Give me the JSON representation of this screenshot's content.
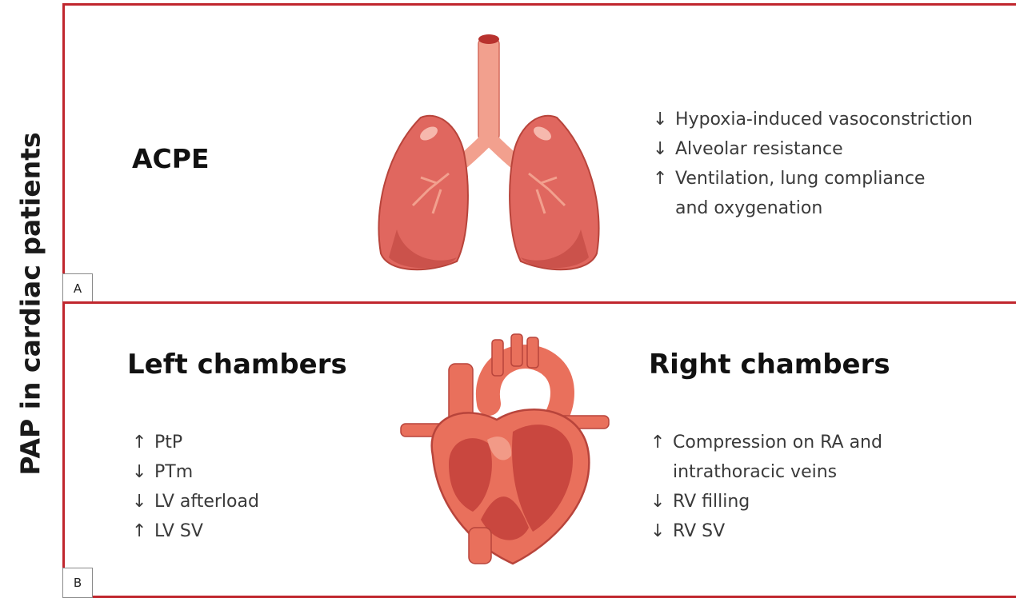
{
  "side_title": "PAP in cardiac patients",
  "panel_a": {
    "letter": "A",
    "heading": "ACPE",
    "effects": [
      {
        "arrow": "↓",
        "text": "Hypoxia-induced vasoconstriction"
      },
      {
        "arrow": "↓",
        "text": "Alveolar resistance"
      },
      {
        "arrow": "↑",
        "text": "Ventilation, lung compliance"
      },
      {
        "arrow": "",
        "text": "and oxygenation"
      }
    ]
  },
  "panel_b": {
    "letter": "B",
    "left_heading": "Left chambers",
    "right_heading": "Right chambers",
    "left_effects": [
      {
        "arrow": "↑",
        "text": "PtP"
      },
      {
        "arrow": "↓",
        "text": "PTm"
      },
      {
        "arrow": "↓",
        "text": "LV afterload"
      },
      {
        "arrow": "↑",
        "text": "LV SV"
      }
    ],
    "right_effects": [
      {
        "arrow": "↑",
        "text": "Compression on RA and"
      },
      {
        "arrow": "",
        "text": "intrathoracic veins"
      },
      {
        "arrow": "↓",
        "text": "RV filling"
      },
      {
        "arrow": "↓",
        "text": "RV SV"
      }
    ]
  },
  "colors": {
    "border": "#c0262d",
    "lung": "#e0675f",
    "heart": "#e9705c",
    "heart_dark": "#c9473f"
  },
  "icons": [
    "lungs-illustration",
    "heart-illustration"
  ]
}
